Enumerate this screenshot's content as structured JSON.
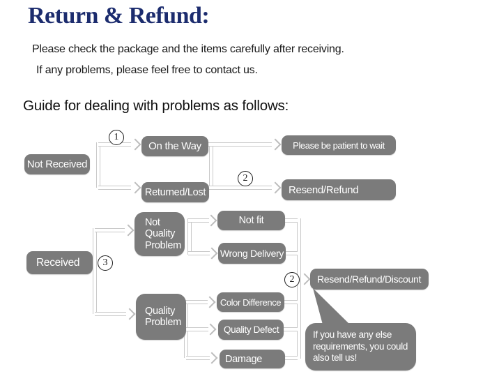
{
  "header": {
    "title": "Return & Refund:",
    "intro_line1": "Please check the package and the items carefully after receiving.",
    "intro_line2": "If any problems, please feel free to contact us.",
    "guide_heading": "Guide for dealing with problems as follows:"
  },
  "colors": {
    "title_navy": "#1c2c6e",
    "node_gray": "#7b7b7b",
    "node_text": "#ffffff",
    "connector_gray": "#c9c9c9",
    "text_black": "#1c1c1c"
  },
  "flowchart": {
    "steps": {
      "one": "1",
      "two": "2",
      "three": "3"
    },
    "nodes": {
      "not_received": "Not Received",
      "on_the_way": "On the Way",
      "returned_lost": "Returned/Lost",
      "please_wait": "Please be patient to wait",
      "resend_refund": "Resend/Refund",
      "received": "Received",
      "not_quality_problem": "Not Quality Problem",
      "not_fit": "Not fit",
      "wrong_delivery": "Wrong Delivery",
      "quality_problem": "Quality Problem",
      "color_difference": "Color Difference",
      "quality_defect": "Quality Defect",
      "damage": "Damage",
      "resend_refund_discount": "Resend/Refund/Discount"
    },
    "note_bubble": "If you have any else\nrequirements, you could\nalso tell us!"
  }
}
